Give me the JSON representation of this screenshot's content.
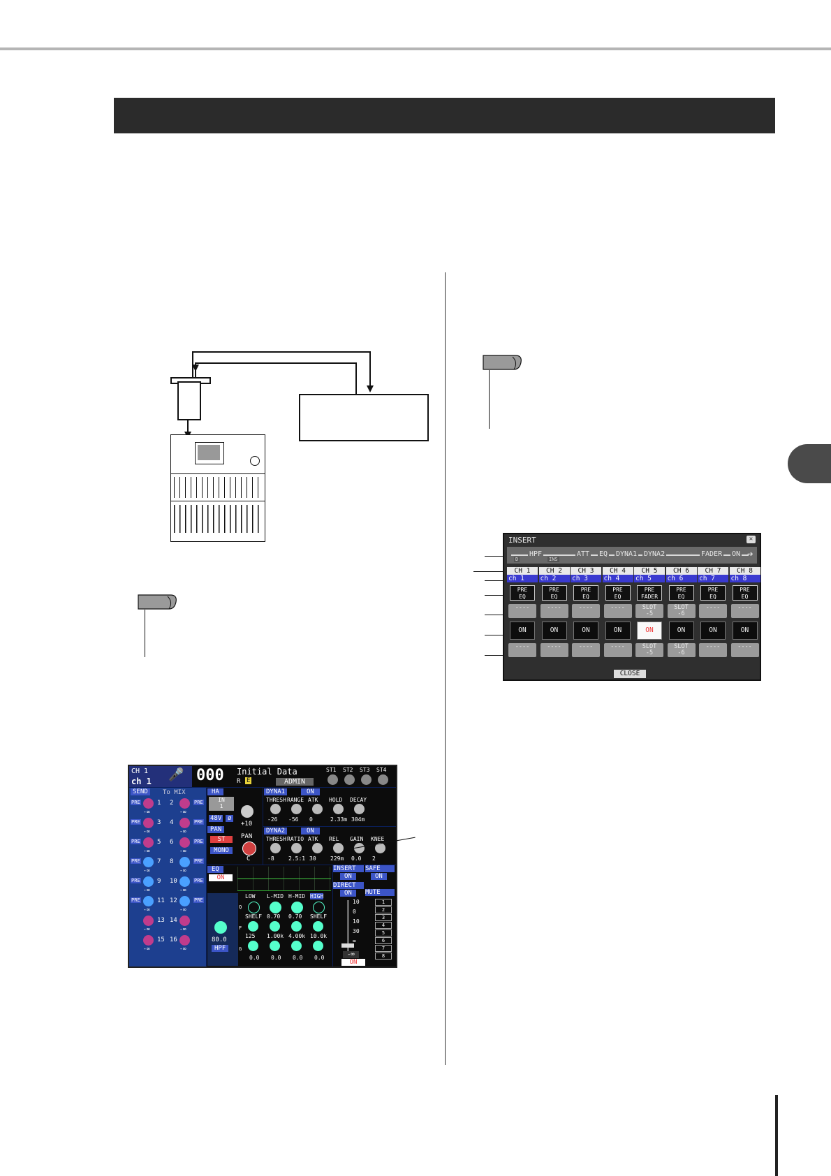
{
  "insert_window": {
    "title": "INSERT",
    "signal_flow": [
      "HPF",
      "ATT",
      "EQ",
      "DYNA1",
      "DYNA2",
      "FADER",
      "ON"
    ],
    "flow_small_labels": [
      "D",
      "INS"
    ],
    "close_label": "CLOSE",
    "channels": [
      {
        "number": "CH 1",
        "name": "ch 1",
        "position": "PRE\nEQ",
        "out_slot": "----",
        "on": "ON",
        "in_slot": "----",
        "lit": false
      },
      {
        "number": "CH 2",
        "name": "ch 2",
        "position": "PRE\nEQ",
        "out_slot": "----",
        "on": "ON",
        "in_slot": "----",
        "lit": false
      },
      {
        "number": "CH 3",
        "name": "ch 3",
        "position": "PRE\nEQ",
        "out_slot": "----",
        "on": "ON",
        "in_slot": "----",
        "lit": false
      },
      {
        "number": "CH 4",
        "name": "ch 4",
        "position": "PRE\nEQ",
        "out_slot": "----",
        "on": "ON",
        "in_slot": "----",
        "lit": false
      },
      {
        "number": "CH 5",
        "name": "ch 5",
        "position": "PRE\nFADER",
        "out_slot": "SLOT\n-5",
        "on": "ON",
        "in_slot": "SLOT\n-5",
        "lit": true
      },
      {
        "number": "CH 6",
        "name": "ch 6",
        "position": "PRE\nEQ",
        "out_slot": "SLOT\n-6",
        "on": "ON",
        "in_slot": "SLOT\n-6",
        "lit": false
      },
      {
        "number": "CH 7",
        "name": "ch 7",
        "position": "PRE\nEQ",
        "out_slot": "----",
        "on": "ON",
        "in_slot": "----",
        "lit": false
      },
      {
        "number": "CH 8",
        "name": "ch 8",
        "position": "PRE\nEQ",
        "out_slot": "----",
        "on": "ON",
        "in_slot": "----",
        "lit": false
      }
    ]
  },
  "selected_channel_screen": {
    "channel_number": "CH 1",
    "channel_name": "ch 1",
    "scene_number": "000",
    "scene_title": "Initial Data",
    "scene_status": "R",
    "scene_edit": "E",
    "user": "ADMIN",
    "stereo_returns": [
      "ST1",
      "ST2",
      "ST3",
      "ST4"
    ],
    "send_header": "SEND",
    "send_target": "To MIX",
    "sends": [
      {
        "n": "1",
        "v": "-∞"
      },
      {
        "n": "2",
        "v": "-∞"
      },
      {
        "n": "3",
        "v": "-∞"
      },
      {
        "n": "4",
        "v": "-∞"
      },
      {
        "n": "5",
        "v": "-∞"
      },
      {
        "n": "6",
        "v": "-∞"
      },
      {
        "n": "7",
        "v": "-∞"
      },
      {
        "n": "8",
        "v": "-∞"
      },
      {
        "n": "9",
        "v": "-∞"
      },
      {
        "n": "10",
        "v": "-∞"
      },
      {
        "n": "11",
        "v": "-∞"
      },
      {
        "n": "12",
        "v": "-∞"
      },
      {
        "n": "13",
        "v": "-∞"
      },
      {
        "n": "14",
        "v": "-∞"
      },
      {
        "n": "15",
        "v": "-∞"
      },
      {
        "n": "16",
        "v": "-∞"
      }
    ],
    "pre_label": "PRE",
    "ha_label": "HA",
    "ha_in": "IN\n1",
    "ha_gain": "+10",
    "phantom": "48V",
    "phase": "ø",
    "pan_label": "PAN",
    "pan_st": "ST",
    "pan_mono": "MONO",
    "pan_value": "C",
    "pan_knob_label": "PAN",
    "dyna1": {
      "label": "DYNA1",
      "on": "ON",
      "params": [
        "THRESH",
        "RANGE",
        "ATK",
        "HOLD",
        "DECAY"
      ],
      "values": [
        "-26",
        "-56",
        "0",
        "2.33m",
        "304m"
      ]
    },
    "dyna2": {
      "label": "DYNA2",
      "on": "ON",
      "params": [
        "THRESH",
        "RATIO",
        "ATK",
        "REL",
        "GAIN",
        "KNEE"
      ],
      "values": [
        "-8",
        "2.5:1",
        "30",
        "229m",
        "0.0",
        "2"
      ]
    },
    "eq": {
      "label": "EQ",
      "on": "ON",
      "bands": [
        "LOW",
        "L-MID",
        "H-MID",
        "HIGH"
      ],
      "row_labels": [
        "Q",
        "F",
        "G"
      ],
      "q": [
        "",
        "0.70",
        "0.70",
        ""
      ],
      "shelf": [
        "SHELF",
        "",
        "",
        "SHELF"
      ],
      "f": [
        "125",
        "1.00k",
        "4.00k",
        "10.0k"
      ],
      "g": [
        "0.0",
        "0.0",
        "0.0",
        "0.0"
      ],
      "hpf_freq": "80.0",
      "hpf_label": "HPF"
    },
    "insert": {
      "label": "INSERT",
      "on": "ON"
    },
    "direct": {
      "label": "DIRECT",
      "on": "ON"
    },
    "safe": {
      "label": "SAFE",
      "on": "ON"
    },
    "mute": {
      "label": "MUTE",
      "groups": [
        "1",
        "2",
        "3",
        "4",
        "5",
        "6",
        "7",
        "8"
      ]
    },
    "fader_scale": [
      "10",
      "0",
      "10",
      "30",
      "∞"
    ],
    "fader_value": "-∞",
    "fader_on": "ON"
  }
}
